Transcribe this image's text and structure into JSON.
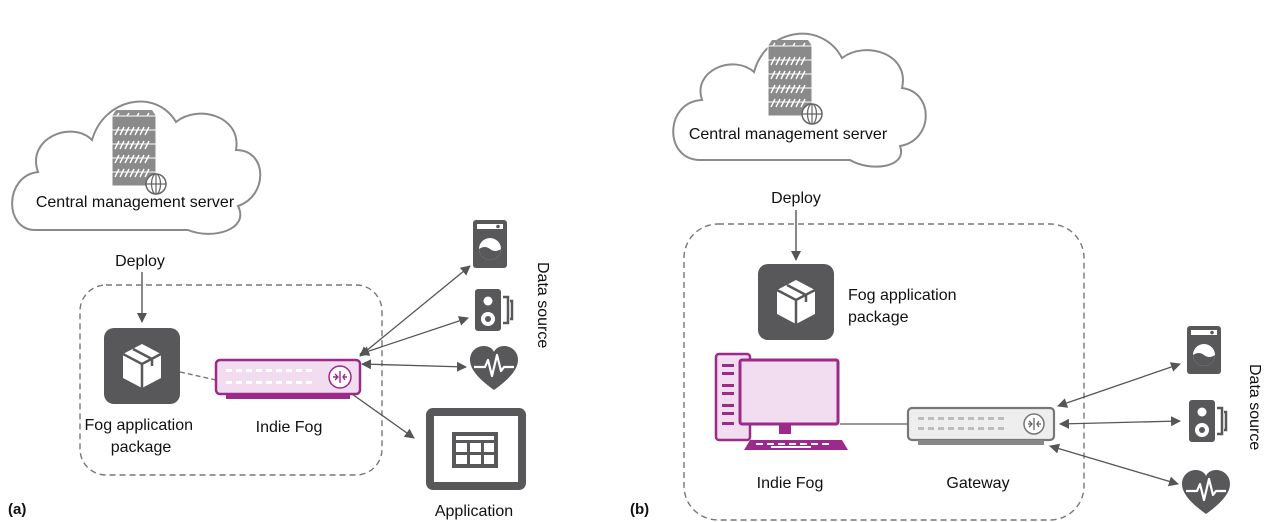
{
  "panel_a": {
    "tag": "(a)",
    "server_label": "Central management server",
    "deploy_label": "Deploy",
    "package_label_line1": "Fog application",
    "package_label_line2": "package",
    "fog_label": "Indie Fog",
    "data_source_label": "Data source",
    "application_label": "Application"
  },
  "panel_b": {
    "tag": "(b)",
    "server_label": "Central management server",
    "deploy_label": "Deploy",
    "package_label_line1": "Fog application",
    "package_label_line2": "package",
    "fog_label": "Indie Fog",
    "gateway_label": "Gateway",
    "data_source_label": "Data source"
  },
  "colors": {
    "accent": "#9b2a8a",
    "accent_light": "#f2dcef",
    "dark_gray": "#58585a",
    "mid_gray": "#777777",
    "line": "#555555"
  }
}
